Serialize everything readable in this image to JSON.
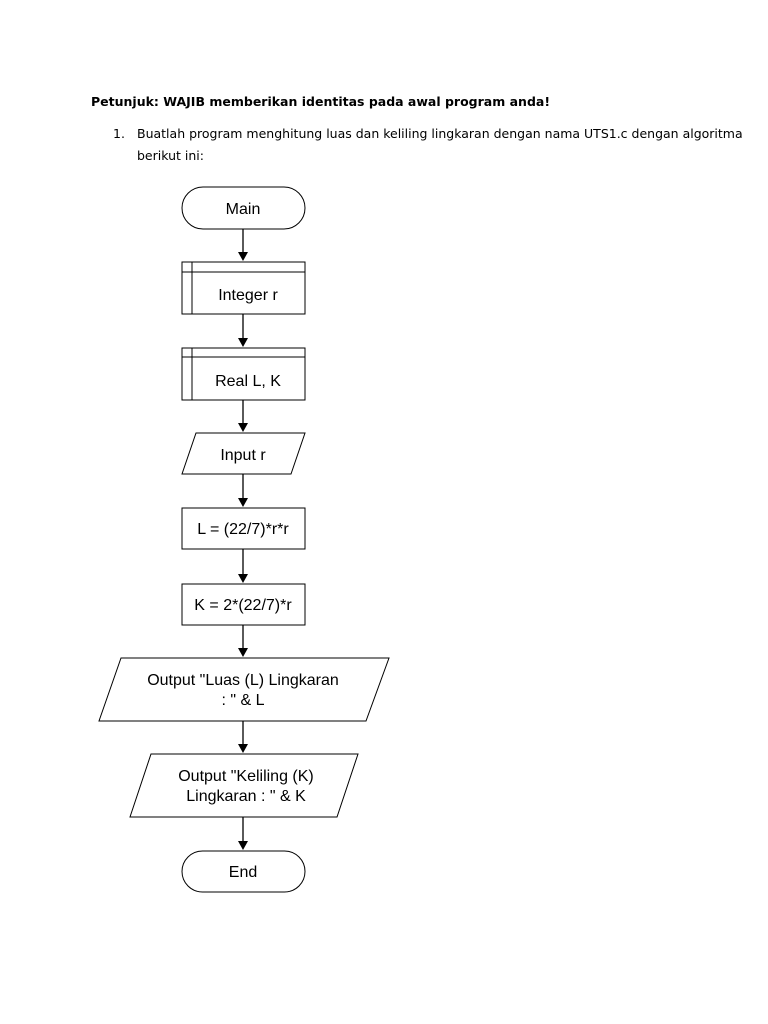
{
  "document": {
    "instruction": "Petunjuk: WAJIB memberikan identitas pada awal program anda!",
    "item_number": "1.",
    "item_line1": "Buatlah program menghitung luas dan keliling lingkaran dengan nama UTS1.c dengan algoritma",
    "item_line2": "berikut ini:"
  },
  "flowchart": {
    "start": "Main",
    "decl_int": "Integer r",
    "decl_real": "Real L, K",
    "input": "Input r",
    "calc_l": "L = (22/7)*r*r",
    "calc_k": "K = 2*(22/7)*r",
    "output_l_line1": "Output \"Luas (L) Lingkaran",
    "output_l_line2": ": \" & L",
    "output_k_line1": "Output \"Keliling (K)",
    "output_k_line2": "Lingkaran : \" & K",
    "end": "End"
  }
}
